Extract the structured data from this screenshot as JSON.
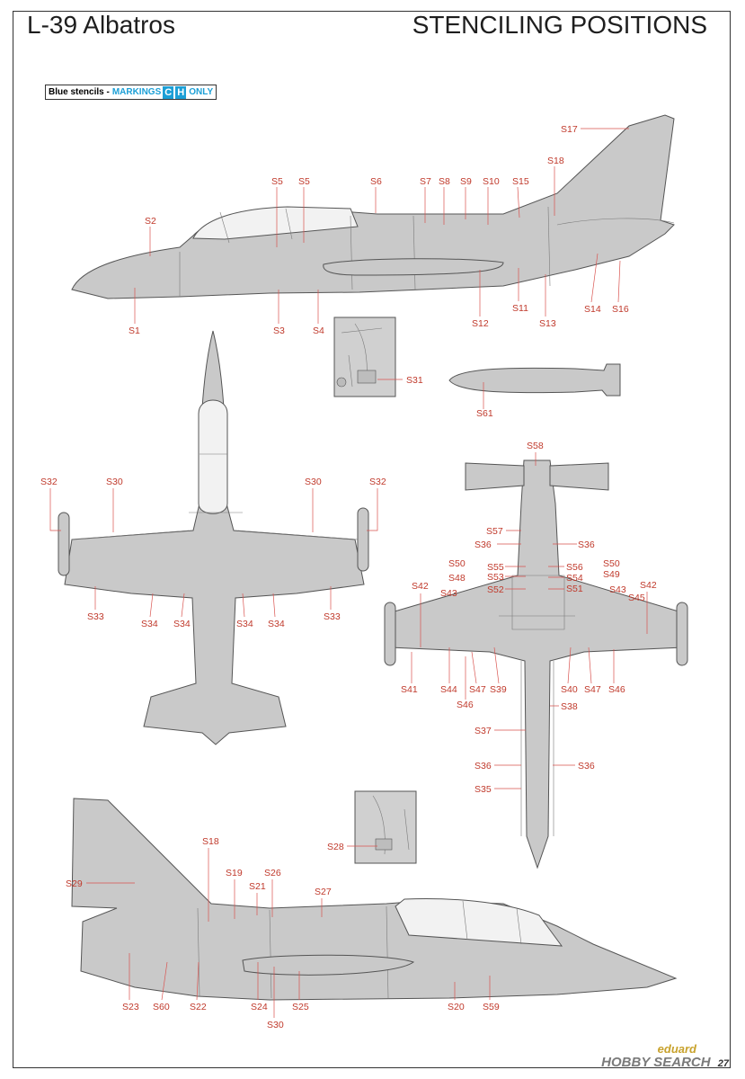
{
  "header": {
    "title": "L-39 Albatros",
    "subtitle": "STENCILING POSITIONS"
  },
  "note": {
    "prefix": "Blue stencils -",
    "markings_word": "MARKINGS",
    "marking_codes": [
      "C",
      "H"
    ],
    "suffix": "ONLY"
  },
  "labels": {
    "S1": "S1",
    "S2": "S2",
    "S3": "S3",
    "S4": "S4",
    "S5": "S5",
    "S6": "S6",
    "S7": "S7",
    "S8": "S8",
    "S9": "S9",
    "S10": "S10",
    "S11": "S11",
    "S12": "S12",
    "S13": "S13",
    "S14": "S14",
    "S15": "S15",
    "S16": "S16",
    "S17": "S17",
    "S18": "S18",
    "S19": "S19",
    "S20": "S20",
    "S21": "S21",
    "S22": "S22",
    "S23": "S23",
    "S24": "S24",
    "S25": "S25",
    "S26": "S26",
    "S27": "S27",
    "S28": "S28",
    "S29": "S29",
    "S30": "S30",
    "S31": "S31",
    "S32": "S32",
    "S33": "S33",
    "S34": "S34",
    "S35": "S35",
    "S36": "S36",
    "S37": "S37",
    "S38": "S38",
    "S39": "S39",
    "S40": "S40",
    "S41": "S41",
    "S42": "S42",
    "S43": "S43",
    "S44": "S44",
    "S45": "S45",
    "S46": "S46",
    "S47": "S47",
    "S48": "S48",
    "S49": "S49",
    "S50": "S50",
    "S51": "S51",
    "S52": "S52",
    "S53": "S53",
    "S54": "S54",
    "S55": "S55",
    "S56": "S56",
    "S57": "S57",
    "S58": "S58",
    "S59": "S59",
    "S60": "S60",
    "S61": "S61"
  },
  "footer": {
    "brand": "HOBBY SEARCH",
    "maker": "eduard",
    "page_number": "27"
  },
  "colors": {
    "aircraft_grey": "#c9c9c9",
    "label_red": "#c0392b",
    "stencil_blue": "#1c9fd6"
  }
}
